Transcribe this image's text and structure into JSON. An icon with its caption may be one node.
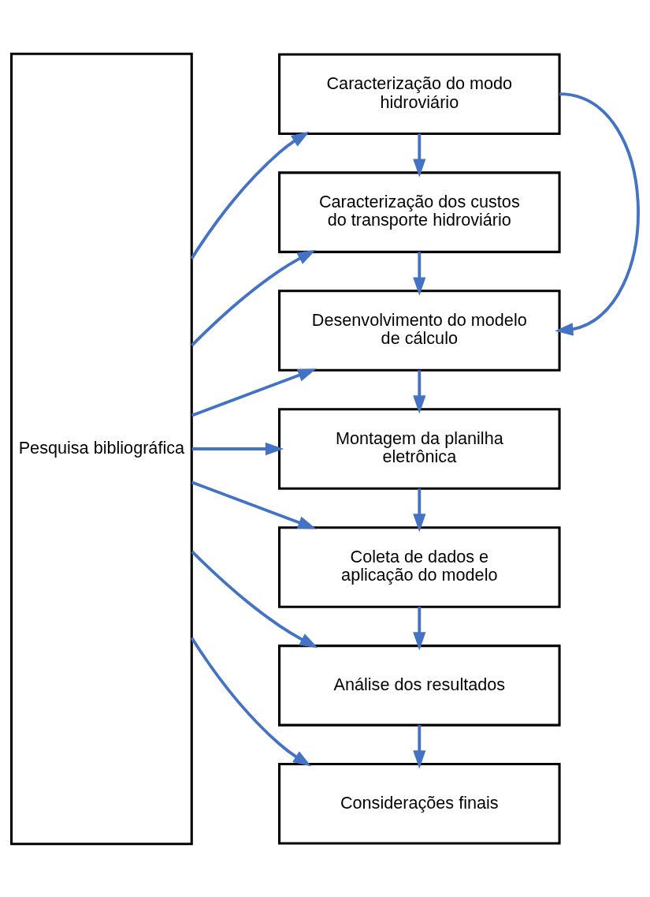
{
  "diagram": {
    "nodes": [
      {
        "text": [
          "Pesquisa bibliográfica"
        ]
      },
      {
        "text": [
          "Caracterização do modo hidroviário"
        ]
      },
      {
        "text": [
          "Caracterização dos custos do transporte hidroviário"
        ]
      },
      {
        "text": [
          "Desenvolvimento do modelo de cálculo"
        ]
      },
      {
        "text": [
          "Montagem da planilha eletrônica"
        ]
      },
      {
        "text": [
          "Coleta de dados e aplicação do modelo"
        ]
      },
      {
        "text": [
          "Análise dos resultados"
        ]
      },
      {
        "text": [
          "Considerações finais"
        ]
      }
    ],
    "edges": [
      {
        "from": 0,
        "to": 1,
        "arrow": "to"
      },
      {
        "from": 0,
        "to": 2,
        "arrow": "to"
      },
      {
        "from": 0,
        "to": 3,
        "arrow": "to"
      },
      {
        "from": 0,
        "to": 4,
        "arrow": "to"
      },
      {
        "from": 0,
        "to": 5,
        "arrow": "to"
      },
      {
        "from": 0,
        "to": 6,
        "arrow": "to"
      },
      {
        "from": 0,
        "to": 7,
        "arrow": "to"
      },
      {
        "from": 1,
        "to": 2,
        "arrow": "to"
      },
      {
        "from": 1,
        "to": 3,
        "arrow": "to"
      },
      {
        "from": 2,
        "to": 3,
        "arrow": "to"
      },
      {
        "from": 3,
        "to": 4,
        "arrow": "to"
      },
      {
        "from": 4,
        "to": 5,
        "arrow": "to"
      },
      {
        "from": 5,
        "to": 6,
        "arrow": "to"
      },
      {
        "from": 6,
        "to": 7,
        "arrow": "to"
      }
    ]
  }
}
